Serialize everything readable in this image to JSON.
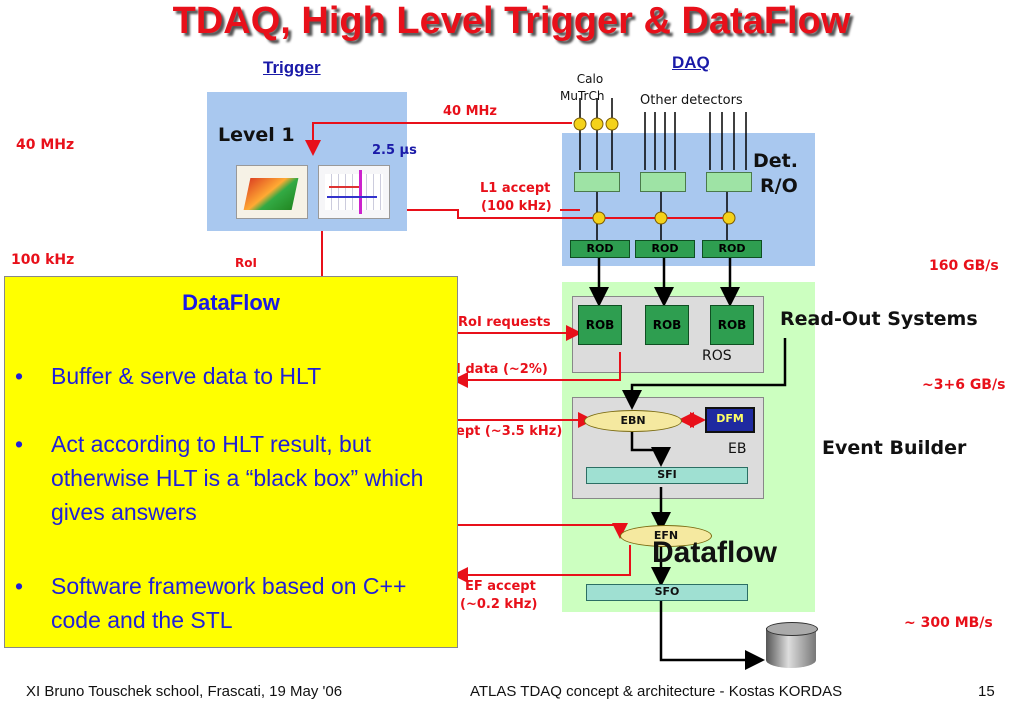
{
  "title": "TDAQ, High Level Trigger & DataFlow",
  "headers": {
    "trigger": "Trigger",
    "daq": "DAQ"
  },
  "labels": {
    "calo": "Calo",
    "mutrch": "MuTrCh",
    "other_detectors": "Other detectors",
    "level1": "Level 1",
    "latency": "2.5 μs",
    "det_ro_1": "Det.",
    "det_ro_2": "R/O",
    "read_out_systems": "Read-Out Systems",
    "ros": "ROS",
    "event_builder": "Event Builder",
    "eb": "EB",
    "dataflow_big": "Dataflow"
  },
  "rates": {
    "left_40mhz": "40 MHz",
    "arrow_40mhz": "40 MHz",
    "left_100khz": "100 kHz",
    "roi": "RoI",
    "l1_accept_1": "L1 accept",
    "l1_accept_2": "(100 kHz)",
    "roi_requests": "RoI requests",
    "roi_data": "I data (~2%)",
    "accept_35": "ept (~3.5 kHz)",
    "ef_accept_1": "EF accept",
    "ef_accept_2": "(~0.2 kHz)",
    "gb160": "160 GB/s",
    "gb36": "~3+6 GB/s",
    "mb300": "~ 300 MB/s"
  },
  "modules": {
    "rod": "ROD",
    "rob": "ROB",
    "ebn": "EBN",
    "dfm": "DFM",
    "sfi": "SFI",
    "efn": "EFN",
    "sfo": "SFO"
  },
  "dataflow_box": {
    "title": "DataFlow",
    "bullets": [
      "Buffer & serve data to HLT",
      "Act according to HLT result, but otherwise HLT is a “black box” which gives answers",
      "Software framework based on C++ code and the STL"
    ]
  },
  "footer": {
    "left": "XI Bruno Touschek school, Frascati, 19 May '06",
    "center": "ATLAS TDAQ concept & architecture - Kostas KORDAS",
    "page": "15"
  },
  "colors": {
    "title_red": "#e8101a",
    "blue_text": "#1a1ae6",
    "yellow_box": "#ffff00",
    "daq_blue": "#a9c8ef",
    "dataflow_green": "#ccffc0"
  }
}
